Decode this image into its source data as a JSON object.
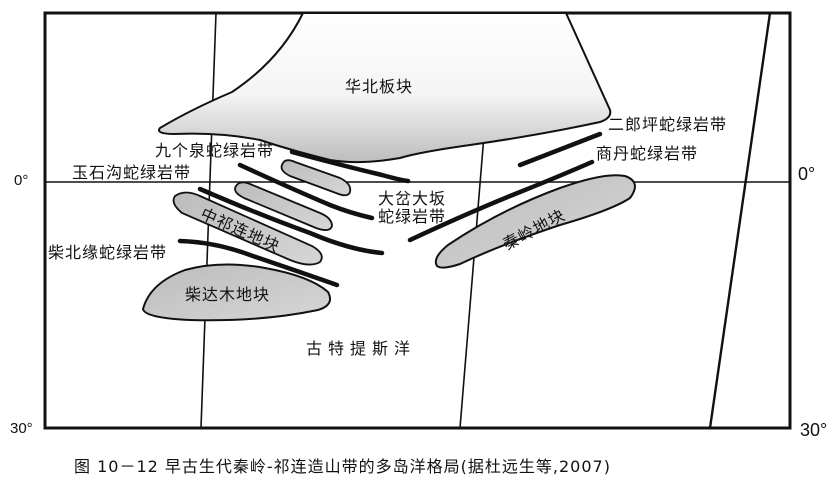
{
  "figure": {
    "caption": "图 10－12   早古生代秦岭-祁连造山带的多岛洋格局(据杜远生等,2007)",
    "latitude_labels": {
      "left_equator": "0°",
      "right_equator": "0°",
      "left_bottom": "30°",
      "right_bottom": "30°"
    }
  },
  "blocks": {
    "north_china": "华北板块",
    "qilian": "中祁连地块",
    "qaidam": "柴达木地块",
    "qinling": "秦岭地块"
  },
  "ophiolite_belts": {
    "jiugequan": "九个泉蛇绿岩带",
    "yushigou": "玉石沟蛇绿岩带",
    "chaibeiyuan": "柴北缘蛇绿岩带",
    "dachadaban_line1": "大岔大坂",
    "dachadaban_line2": "蛇绿岩带",
    "erlangping": "二郎坪蛇绿岩带",
    "shangdan": "商丹蛇绿岩带"
  },
  "ocean": {
    "paleo_tethys": "古特提斯洋"
  },
  "colors": {
    "block_fill": "#c8c8c8",
    "line": "#111111",
    "background": "#ffffff"
  }
}
